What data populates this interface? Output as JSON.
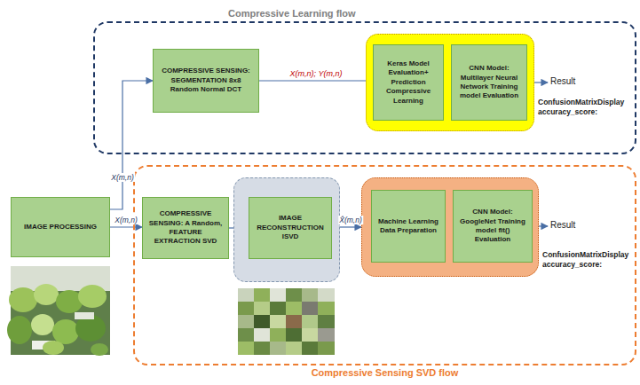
{
  "diagram": {
    "nodes": [
      {
        "text": [
          "Compressive Learning flow"
        ]
      },
      {
        "text": [
          "COMPRESSIVE SENSING: SEGMENTATION 8x8 Random Normal DCT"
        ],
        "in": 0
      },
      {
        "text": [],
        "in": 0
      },
      {
        "text": [
          "Keras Model Evaluation+ Prediction Compressive Learning"
        ],
        "in": 2
      },
      {
        "text": [
          "CNN Model: Multilayer Neural Network Training model Evaluation"
        ],
        "in": 2
      },
      {
        "text": [
          "IMAGE PROCESSING"
        ]
      },
      {
        "text": [
          "Compressive Sensing SVD flow"
        ]
      },
      {
        "text": [
          "COMPRESSIVE SENSING: A Random, FEATURE EXTRACTION SVD"
        ],
        "in": 6
      },
      {
        "text": [],
        "in": 6
      },
      {
        "text": [
          "IMAGE RECONSTRUCTION ISVD"
        ],
        "in": 8
      },
      {
        "text": [],
        "in": 6
      },
      {
        "text": [
          "Machine Learning Data Preparation"
        ],
        "in": 10
      },
      {
        "text": [
          "CNN Model: GoogleNet Training model fit() Evaluation"
        ],
        "in": 10
      }
    ],
    "edges": [
      {
        "from": 5,
        "to": 1,
        "arrow": "to",
        "label": "X(m,n)"
      },
      {
        "from": 1,
        "to": 3,
        "arrow": "to",
        "label": "X(m,n); Y(m,n)"
      },
      {
        "from": 5,
        "to": 7,
        "arrow": "to",
        "label": "X(m,n)"
      },
      {
        "from": 7,
        "to": 9,
        "arrow": "to"
      },
      {
        "from": 8,
        "to": 10,
        "arrow": "to",
        "label": "X̂(m,n)"
      }
    ],
    "labels": [
      "Result",
      "ConfusionMatrixDisplay accuracy_score:",
      "Result",
      "ConfusionMatrixDisplay accuracy_score:"
    ]
  }
}
